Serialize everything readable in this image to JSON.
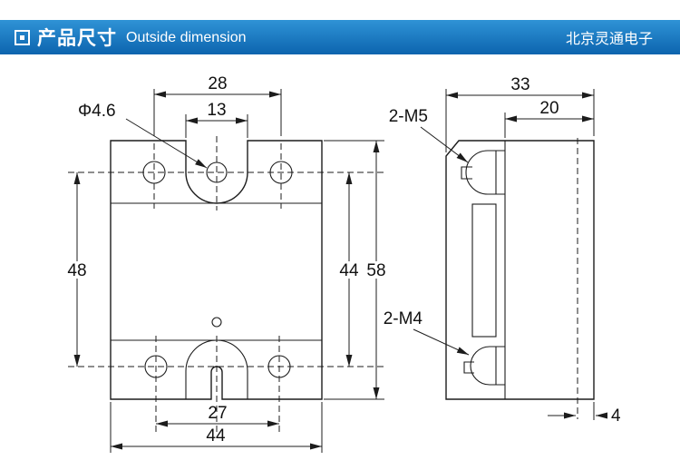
{
  "header": {
    "title_cn": "产品尺寸",
    "title_en": "Outside dimension",
    "brand": "北京灵通电子"
  },
  "colors": {
    "header_grad_top": "#2f93d6",
    "header_grad_bottom": "#0c64ae",
    "line": "#1c1c1c",
    "background": "#ffffff"
  },
  "front_view": {
    "dim_hole_spacing_top": "28",
    "dim_notch_width": "13",
    "hole_callout": "Φ4.6",
    "dim_hole_spacing_vertical": "48",
    "dim_height_inner": "44",
    "dim_height_overall": "58",
    "dim_hole_spacing_bottom": "27",
    "dim_width_overall": "44"
  },
  "side_view": {
    "dim_depth_overall": "33",
    "dim_body_depth": "20",
    "screw_top_callout": "2-M5",
    "screw_bottom_callout": "2-M4",
    "dim_baseplate_thickness": "4"
  }
}
